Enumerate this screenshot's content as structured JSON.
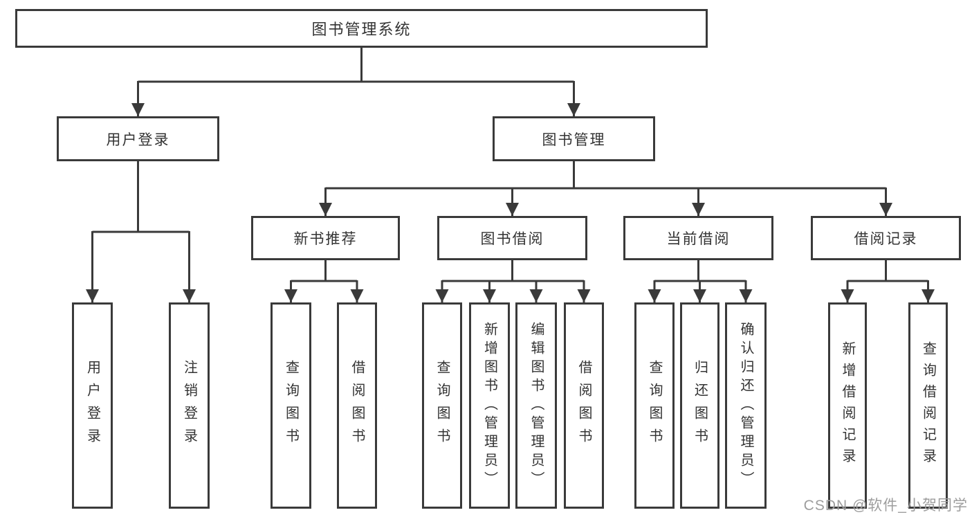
{
  "watermark": "CSDN @软件_小贺同学",
  "colors": {
    "line": "#3a3a3a",
    "text": "#333333",
    "watermark": "#9d9d9d",
    "background": "#ffffff"
  },
  "tree": {
    "label": "图书管理系统",
    "children": [
      {
        "label": "用户登录",
        "children": [
          {
            "label": "用户登录"
          },
          {
            "label": "注销登录"
          }
        ]
      },
      {
        "label": "图书管理",
        "children": [
          {
            "label": "新书推荐",
            "children": [
              {
                "label": "查询图书"
              },
              {
                "label": "借阅图书"
              }
            ]
          },
          {
            "label": "图书借阅",
            "children": [
              {
                "label": "查询图书"
              },
              {
                "label": "新增图书（管理员）"
              },
              {
                "label": "编辑图书（管理员）"
              },
              {
                "label": "借阅图书"
              }
            ]
          },
          {
            "label": "当前借阅",
            "children": [
              {
                "label": "查询图书"
              },
              {
                "label": "归还图书"
              },
              {
                "label": "确认归还（管理员）"
              }
            ]
          },
          {
            "label": "借阅记录",
            "children": [
              {
                "label": "新增借阅记录"
              },
              {
                "label": "查询借阅记录"
              }
            ]
          }
        ]
      }
    ]
  }
}
